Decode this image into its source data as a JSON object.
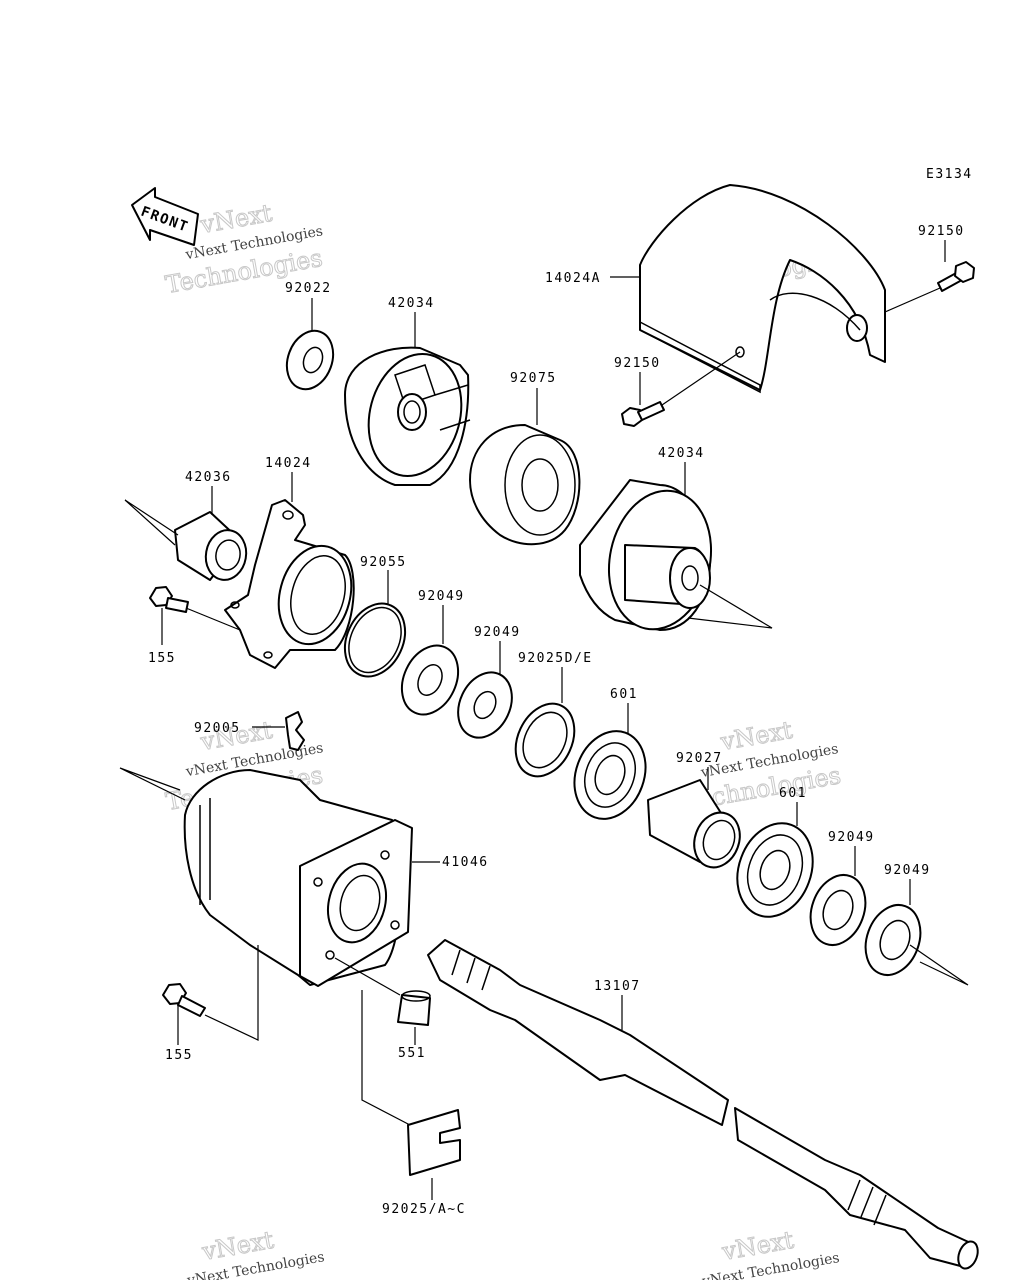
{
  "diagram_code": "E3134",
  "front_label": "FRONT",
  "watermark": {
    "line1": "vNext",
    "line2": "vNext Technologies",
    "line3": "Technologies"
  },
  "part_labels": {
    "cover": "14024A",
    "bolt_top_right": "92150",
    "bolt_cover": "92150",
    "washer_top": "92022",
    "coupling_left": "42034",
    "damper": "92075",
    "coupling_right": "42034",
    "collar": "42036",
    "housing": "14024",
    "oring": "92055",
    "bolt_left": "155",
    "washer_a": "92049",
    "washer_b": "92049",
    "seal": "92025D/E",
    "bearing_a": "601",
    "fitting": "92005",
    "spacer": "92027",
    "bearing_b": "601",
    "washer_c": "92049",
    "washer_d": "92049",
    "case": "41046",
    "shaft": "13107",
    "bolt_lower": "155",
    "dowel": "551",
    "shim": "92025/A~C"
  }
}
